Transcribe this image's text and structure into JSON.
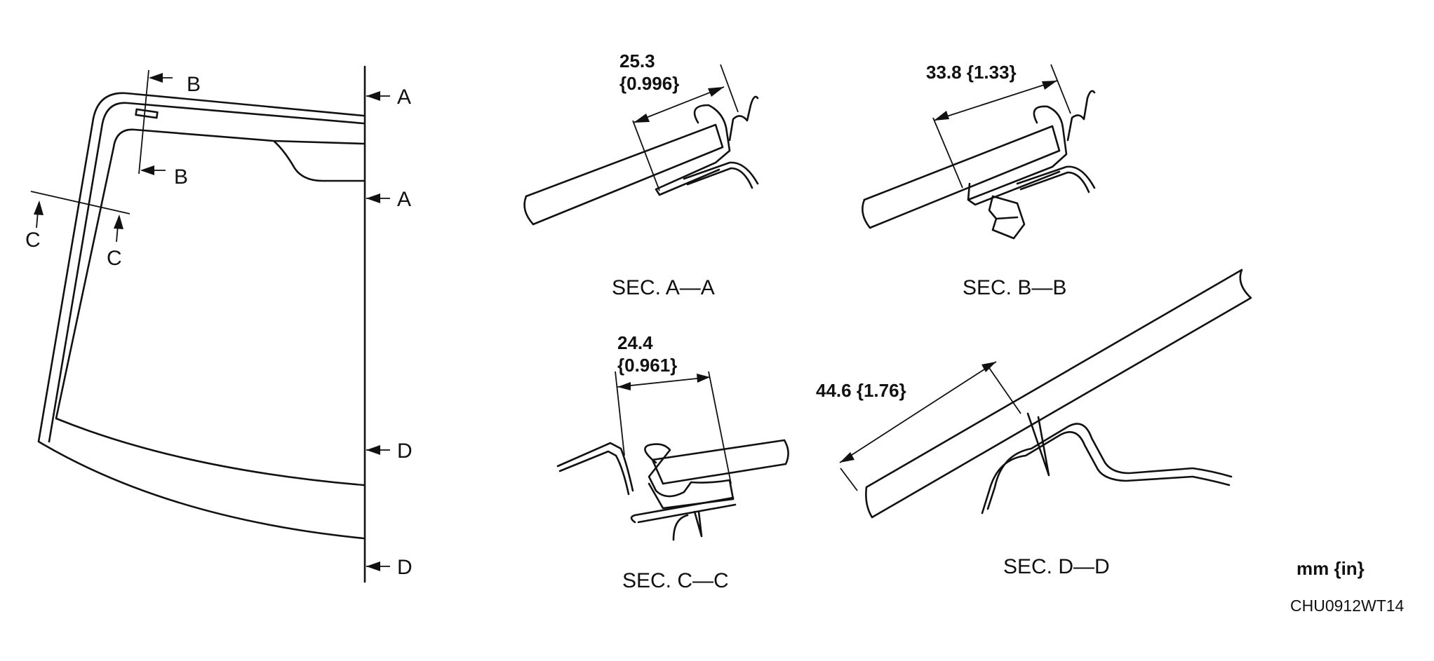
{
  "overview": {
    "section_marks": {
      "a_top": "A",
      "a_bottom": "A",
      "b_top": "B",
      "b_bottom": "B",
      "c_left": "C",
      "c_right": "C",
      "d_top": "D",
      "d_bottom": "D"
    }
  },
  "sections": [
    {
      "caption": "SEC. A—A",
      "dim_line1": "25.3",
      "dim_line2": "{0.996}"
    },
    {
      "caption": "SEC. B—B",
      "dim_line1": "33.8 {1.33}",
      "dim_line2": ""
    },
    {
      "caption": "SEC. C—C",
      "dim_line1": "24.4",
      "dim_line2": "{0.961}"
    },
    {
      "caption": "SEC. D—D",
      "dim_line1": "44.6 {1.76}",
      "dim_line2": ""
    }
  ],
  "units": "mm {in}",
  "figure_code": "CHU0912WT14"
}
